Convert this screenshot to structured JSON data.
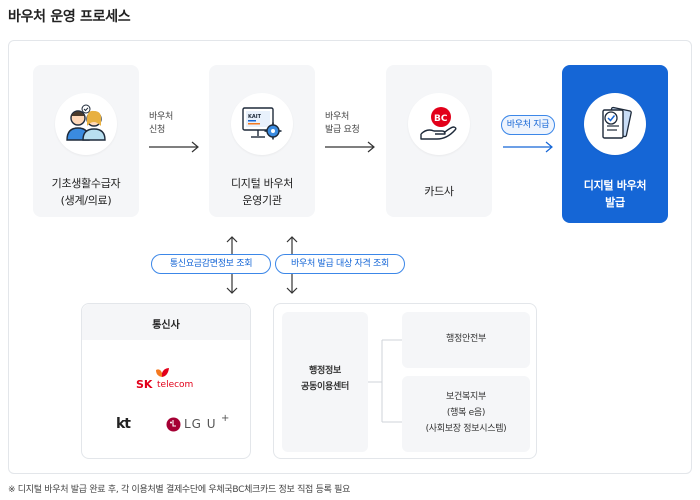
{
  "page": {
    "title": "바우처 운영 프로세스"
  },
  "nodes": {
    "recipient": {
      "line1": "기초생활수급자",
      "line2": "(생계/의료)"
    },
    "agency": {
      "line1": "디지털 바우처",
      "line2": "운영기관"
    },
    "card": {
      "line1": "카드사"
    },
    "issue": {
      "line1": "디지털 바우처",
      "line2": "발급"
    }
  },
  "steps": {
    "apply": {
      "line1": "바우처",
      "line2": "신청"
    },
    "request": {
      "line1": "바우처",
      "line2": "발급 요청"
    },
    "payment": "바우처 지급"
  },
  "queries": {
    "telecom": "통신요금감면정보 조회",
    "eligibility": "바우처 발급 대상 자격 조회"
  },
  "telecom_panel": {
    "title": "통신사",
    "brands": {
      "sk_mark": "SK",
      "sk_word": "telecom",
      "kt": "kt",
      "lg": "LG U",
      "lg_plus": "+"
    }
  },
  "info_center": {
    "line1": "행정정보",
    "line2": "공동이용센터",
    "ministry1": "행정안전부",
    "ministry2": {
      "line1": "보건복지부",
      "line2": "(행복  e음)",
      "line3": "(사회보장 정보시스템)"
    }
  },
  "footnote": "※ 디지털 바우처 발급 완료 후, 각 이용처별 결제수단에 우체국BC체크카드 정보 직접 등록 필요",
  "colors": {
    "accent": "#1566d6",
    "pill_border": "#3c87e8",
    "sk_red": "#e2001a",
    "sk_orange": "#f47920",
    "kt_dark": "#222222",
    "lg_magenta": "#a50034"
  }
}
